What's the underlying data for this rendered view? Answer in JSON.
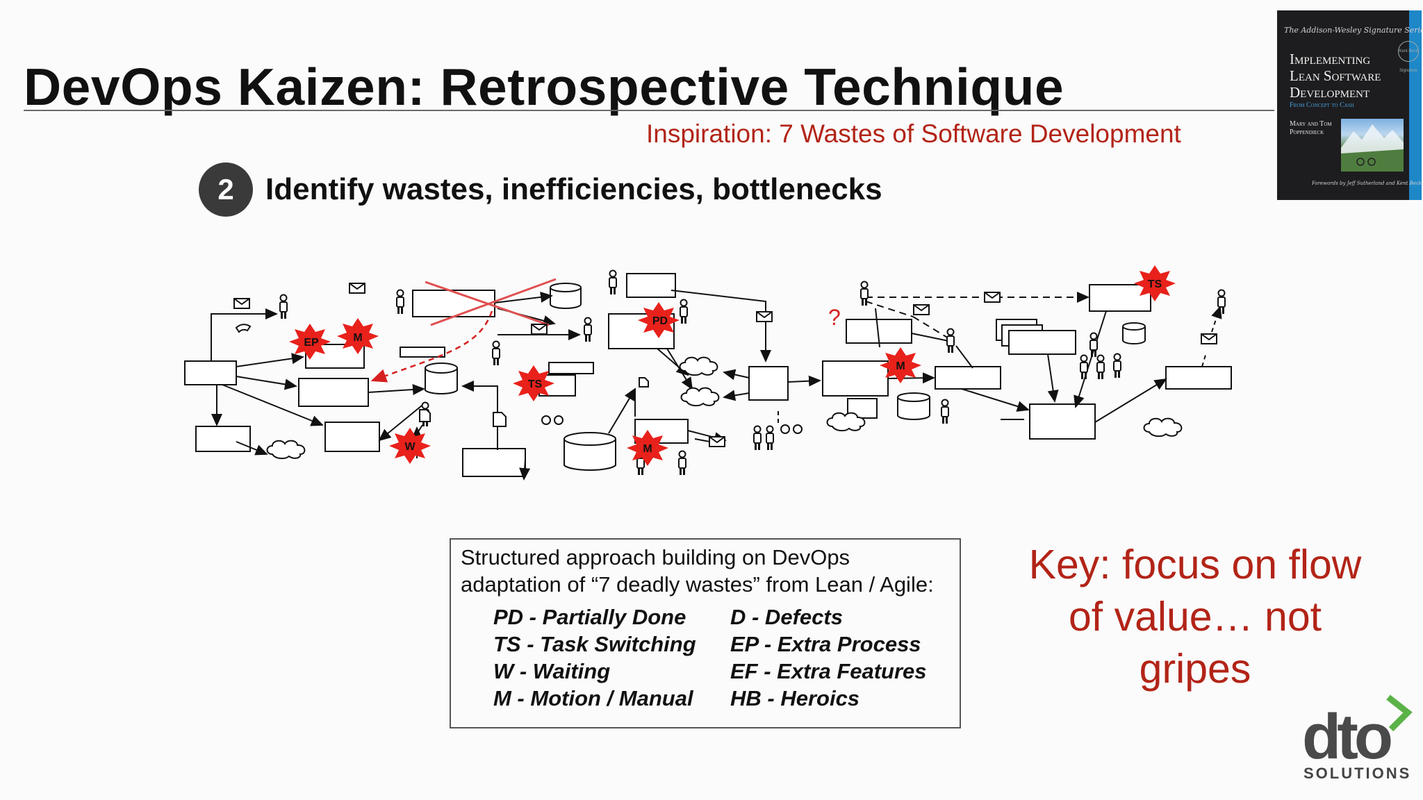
{
  "slide": {
    "title": "DevOps Kaizen:  Retrospective Technique",
    "subtitle": "Inspiration: 7 Wastes of Software Development",
    "step": {
      "number": "2",
      "text": "Identify wastes, inefficiencies, bottlenecks"
    }
  },
  "book": {
    "series": "The Addison-Wesley Signature Series",
    "title_lines": [
      "Implementing",
      "Lean Software",
      "Development"
    ],
    "subtitle": "From Concept to Cash",
    "authors": "Mary and Tom Poppendieck",
    "foreword": "Forewords by Jeff Sutherland and Kent Beck",
    "badge": "Kent Beck Signature"
  },
  "diagram": {
    "tags": [
      "EP",
      "M",
      "PD",
      "TS",
      "TS",
      "W",
      "M",
      "M"
    ],
    "question_mark": "?"
  },
  "wastes_box": {
    "intro_line1": "Structured approach building on DevOps",
    "intro_line2": "adaptation of “7 deadly wastes” from Lean / Agile:",
    "left": [
      "PD - Partially Done",
      "TS - Task Switching",
      "W - Waiting",
      "M - Motion / Manual"
    ],
    "right": [
      "D - Defects",
      "EP - Extra Process",
      "EF - Extra Features",
      "HB - Heroics"
    ]
  },
  "key": {
    "line1": "Key: focus on flow",
    "line2": "of value… not",
    "line3": "gripes"
  },
  "logo": {
    "mark": "dto",
    "word": "SOLUTIONS"
  },
  "colors": {
    "accent_red": "#b22417",
    "burst_red": "#e8211b",
    "logo_green": "#5bb248",
    "book_blue": "#1e87c8"
  }
}
